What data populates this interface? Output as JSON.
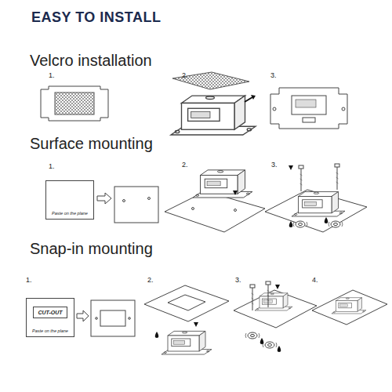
{
  "diagram": {
    "title": "EASY TO INSTALL",
    "nodes": [
      {
        "text": [
          "Paste on the plane"
        ]
      },
      {
        "text": [
          "CUT-OUT",
          "Paste on the plane"
        ]
      }
    ],
    "labels": [
      "Velcro installation",
      "1.",
      "2.",
      "3.",
      "Surface mounting",
      "1.",
      "2.",
      "3.",
      "Snap-in mounting",
      "1.",
      "2.",
      "3.",
      "4."
    ]
  }
}
